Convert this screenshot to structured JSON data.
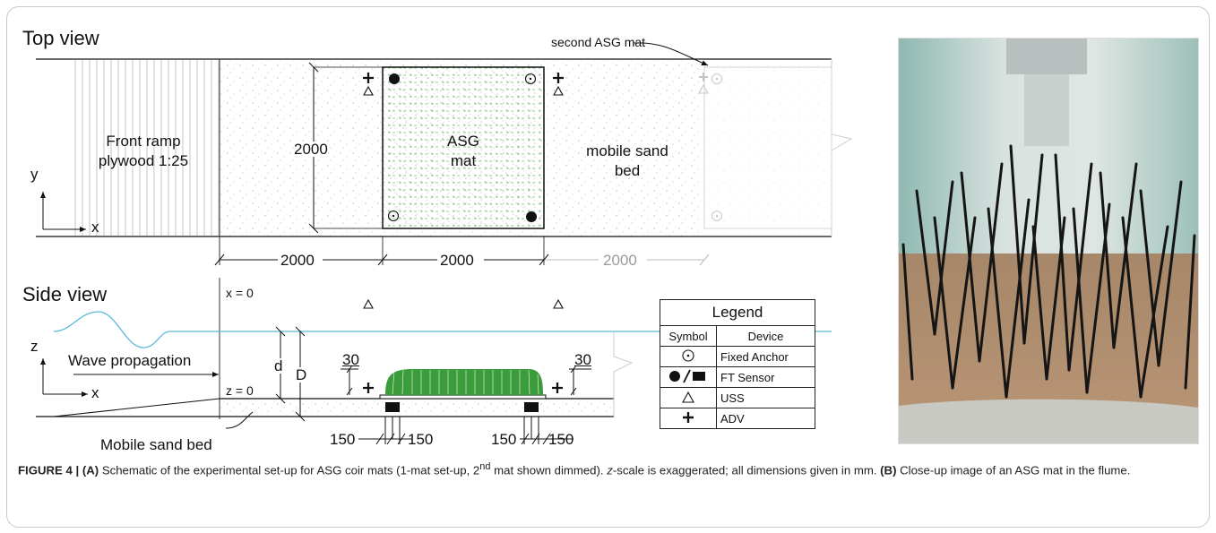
{
  "figure": {
    "top_view": {
      "title": "Top view",
      "second_mat_label": "second ASG mat",
      "ramp_label": "Front ramp\nplywood 1:25",
      "mat_label": "ASG\nmat",
      "sand_label": "mobile sand\nbed",
      "width_dim": "2000",
      "axis_y": "y",
      "axis_x": "x",
      "dims": [
        "2000",
        "2000",
        "2000"
      ]
    },
    "side_view": {
      "title": "Side view",
      "x0_label": "x = 0",
      "z0_label": "z = 0",
      "axis_z": "z",
      "axis_x": "x",
      "wave_label": "Wave propagation",
      "d_label": "d",
      "D_label": "D",
      "gap_left": "30",
      "gap_right": "30",
      "sand_label": "Mobile sand bed",
      "spacing_left": [
        "150",
        "150"
      ],
      "spacing_right": [
        "150",
        "150"
      ]
    },
    "legend": {
      "title": "Legend",
      "header_symbol": "Symbol",
      "header_device": "Device",
      "rows": [
        {
          "symbol": "fixed-anchor-icon",
          "device": "Fixed Anchor"
        },
        {
          "symbol": "ft-sensor-icon",
          "device": "FT Sensor"
        },
        {
          "symbol": "uss-icon",
          "device": "USS"
        },
        {
          "symbol": "adv-icon",
          "device": "ADV"
        }
      ]
    },
    "colors": {
      "water": "#5ab8d8",
      "mat_green": "#3a9c3a",
      "dimmed": "#b5b5b5"
    }
  },
  "caption": {
    "label": "FIGURE 4 | ",
    "a": "(A)",
    "text_a": " Schematic of the experimental set-up for ASG coir mats (1-mat set-up, 2",
    "sup": "nd",
    "text_a2": " mat shown dimmed). ",
    "z_italic": "z",
    "text_a3": "-scale is exaggerated; all dimensions given in mm. ",
    "b": "(B)",
    "text_b": " Close-up image of an ASG mat in the flume."
  }
}
